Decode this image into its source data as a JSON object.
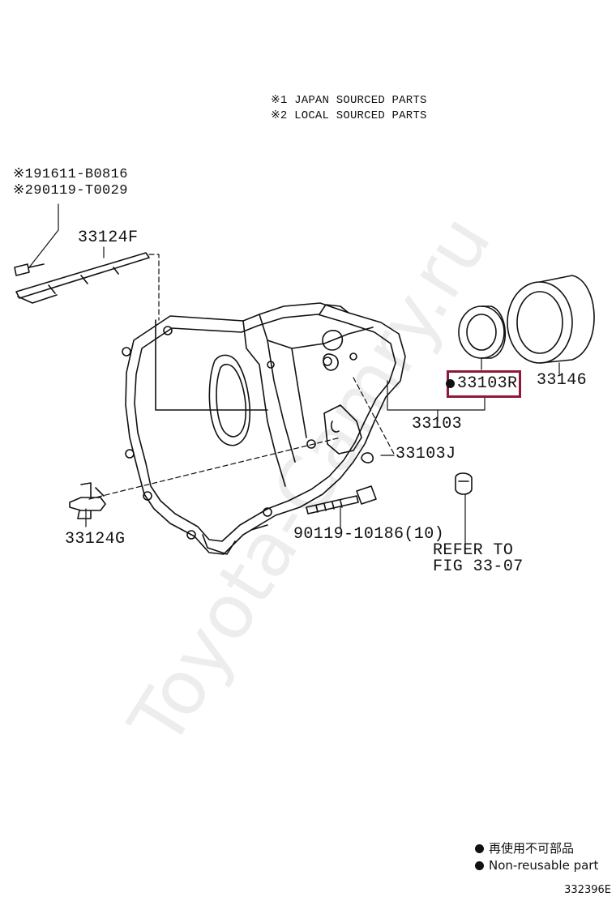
{
  "notes": {
    "note1": "※1 JAPAN SOURCED PARTS",
    "note2": "※2 LOCAL SOURCED PARTS"
  },
  "parts": {
    "bolt_jp": "※191611-B0816",
    "bolt_local": "※290119-T0029",
    "p33124F": "33124F",
    "p33103R": "33103R",
    "p33146": "33146",
    "p33103": "33103",
    "p33103J": "33103J",
    "p33124G": "33124G",
    "bolt_main": "90119-10186(10)",
    "refer_line1": "REFER TO",
    "refer_line2": "FIG 33-07"
  },
  "legend": {
    "jp": "再使用不可部品",
    "en": "Non-reusable part"
  },
  "highlight": {
    "part": "33103R",
    "color": "#8e1a3a"
  },
  "watermark": "Toyota-Camry.ru",
  "figure_id": "332396E"
}
